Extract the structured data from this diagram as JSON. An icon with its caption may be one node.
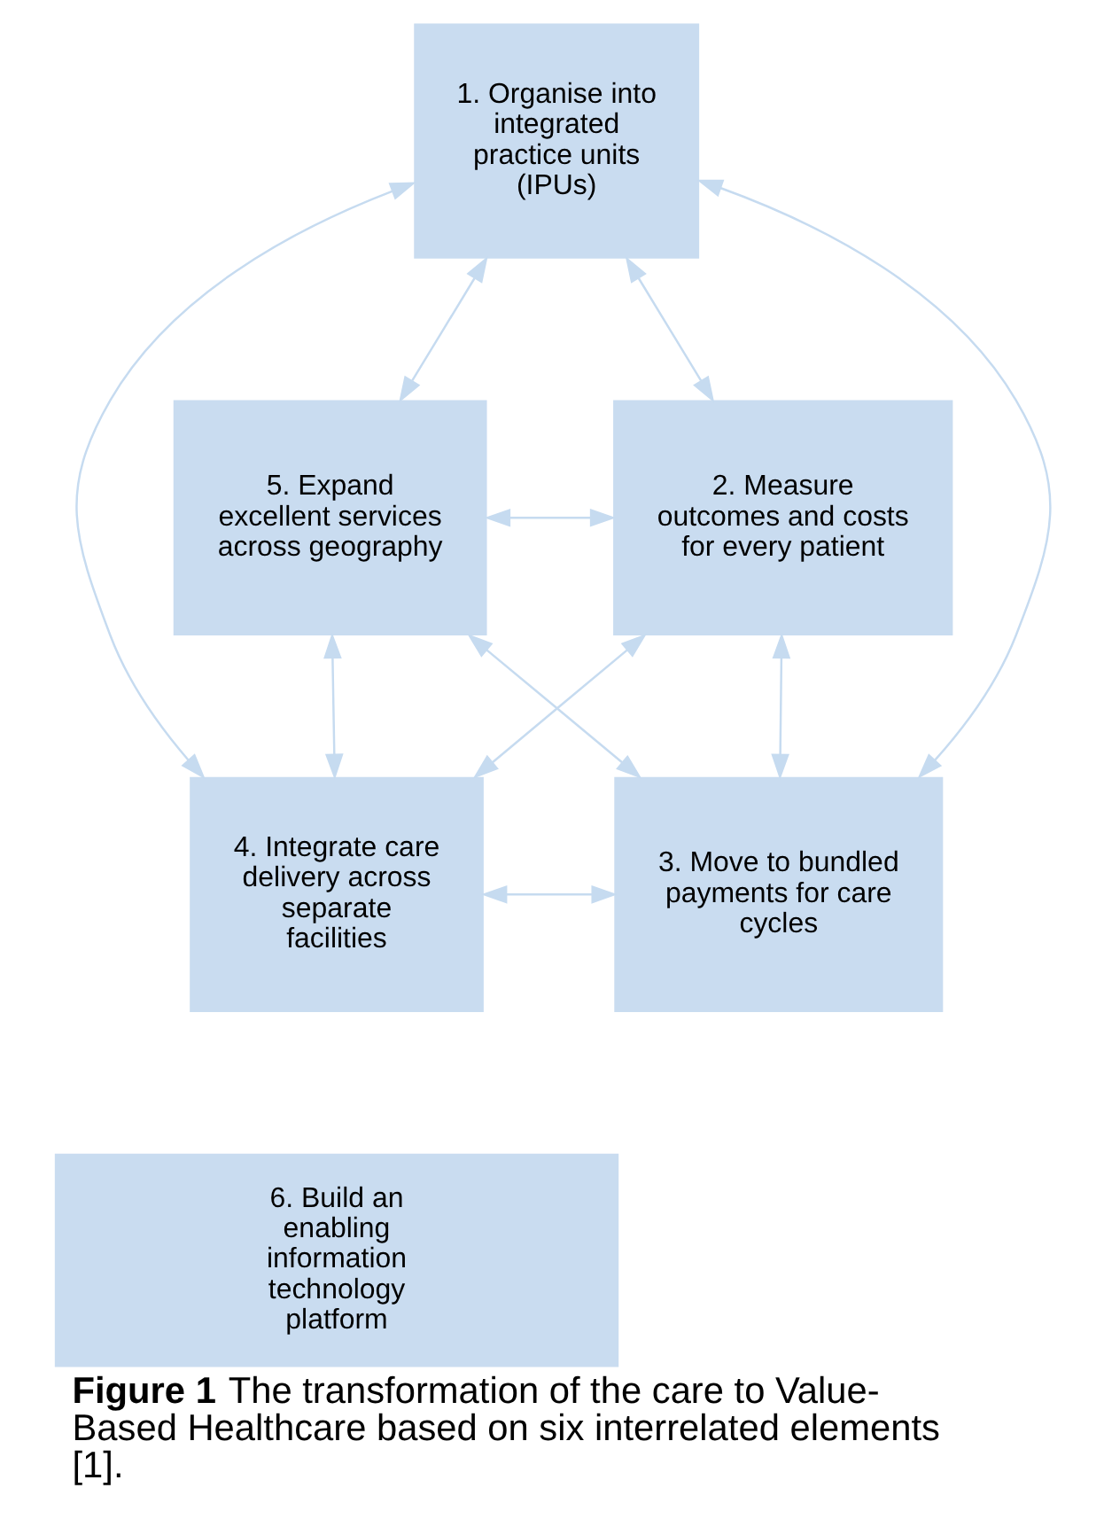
{
  "diagram": {
    "caption": "**Figure 1** The transformation of the care to Value-Based Healthcare based on six interrelated elements [1].",
    "nodes": [
      {
        "text": [
          "1. Organise into integrated practice units (IPUs)"
        ]
      },
      {
        "text": [
          "2. Measure outcomes and costs for every patient"
        ]
      },
      {
        "text": [
          "3. Move to bundled payments for care cycles"
        ]
      },
      {
        "text": [
          "4. Integrate care delivery across separate facilities"
        ]
      },
      {
        "text": [
          "5. Expand excellent services across geography"
        ]
      },
      {
        "text": [
          "6. Build an enabling information technology platform"
        ]
      }
    ],
    "edges": [
      {
        "from": 0,
        "to": 1,
        "arrow": "both"
      },
      {
        "from": 1,
        "to": 2,
        "arrow": "both"
      },
      {
        "from": 2,
        "to": 3,
        "arrow": "both"
      },
      {
        "from": 3,
        "to": 4,
        "arrow": "both"
      },
      {
        "from": 4,
        "to": 0,
        "arrow": "both"
      },
      {
        "from": 0,
        "to": 2,
        "arrow": "both"
      },
      {
        "from": 0,
        "to": 3,
        "arrow": "both"
      },
      {
        "from": 4,
        "to": 1,
        "arrow": "both"
      },
      {
        "from": 4,
        "to": 2,
        "arrow": "both"
      },
      {
        "from": 3,
        "to": 1,
        "arrow": "both"
      }
    ]
  }
}
